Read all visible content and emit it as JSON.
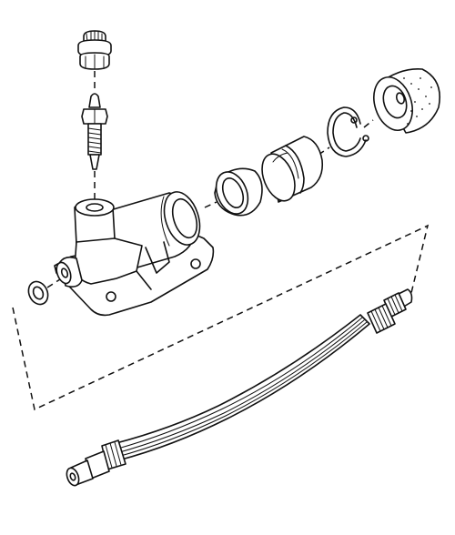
{
  "diagram": {
    "kind": "exploded-parts-drawing",
    "labels": [],
    "parts": [
      "bleed-screw-cap",
      "bleed-screw",
      "slave-cylinder-housing",
      "sealing-washer",
      "cup-seal",
      "piston",
      "circlip",
      "dust-boot",
      "flexible-hose"
    ],
    "colors": {
      "ink": "#111111",
      "paper": "#ffffff"
    }
  }
}
